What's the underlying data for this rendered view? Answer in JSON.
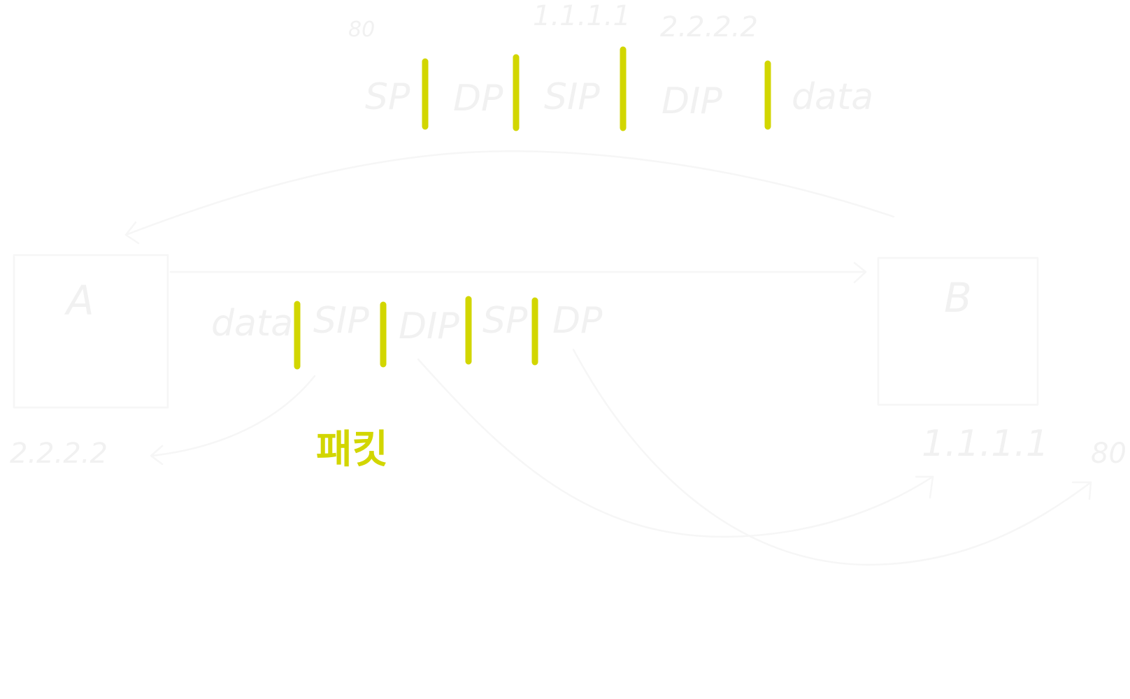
{
  "colors": {
    "accent": "#d2d600",
    "faint_stroke": "#f6f6f6",
    "faint_text": "#f1f1f1",
    "background": "#ffffff"
  },
  "hosts": {
    "a": {
      "label": "A",
      "address": "2.2.2.2"
    },
    "b": {
      "label": "B",
      "address": "1.1.1.1",
      "port": "80"
    }
  },
  "response_packet": {
    "port_note": "80",
    "ip_note_left": "1.1.1.1",
    "ip_note_right": "2.2.2.2",
    "fields": [
      "SP",
      "DP",
      "SIP",
      "DIP",
      "data"
    ]
  },
  "request_packet": {
    "fields": [
      "data",
      "SIP",
      "DIP",
      "SP",
      "DP"
    ]
  },
  "packet_label": "패킷"
}
